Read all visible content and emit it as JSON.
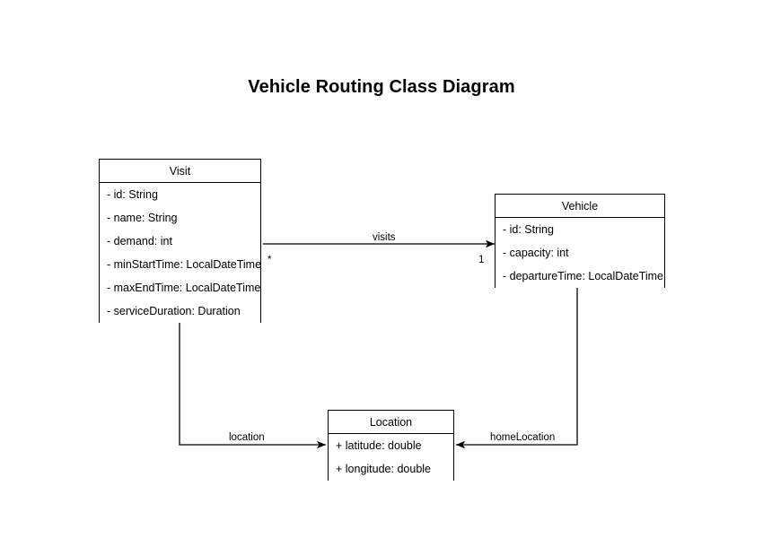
{
  "diagram": {
    "title": "Vehicle Routing Class Diagram",
    "type": "uml-class-diagram",
    "background_color": "#ffffff",
    "line_color": "#000000",
    "text_color": "#000000"
  },
  "classes": [
    {
      "id": "visit",
      "name": "Visit",
      "attributes": [
        "- id: String",
        "- name: String",
        "- demand: int",
        "- minStartTime: LocalDateTime",
        "- maxEndTime: LocalDateTime",
        "- serviceDuration: Duration"
      ]
    },
    {
      "id": "vehicle",
      "name": "Vehicle",
      "attributes": [
        "- id: String",
        "- capacity: int",
        "- departureTime: LocalDateTime"
      ]
    },
    {
      "id": "location",
      "name": "Location",
      "attributes": [
        "+ latitude: double",
        "+ longitude: double"
      ]
    }
  ],
  "relationships": [
    {
      "id": "visits",
      "label": "visits",
      "from": "Vehicle",
      "to": "Visit",
      "source_multiplicity": "1",
      "target_multiplicity": "*",
      "arrow": "filled-arrow-left"
    },
    {
      "id": "location",
      "label": "location",
      "from": "Visit",
      "to": "Location",
      "arrow": "filled-arrow-right"
    },
    {
      "id": "homeLocation",
      "label": "homeLocation",
      "from": "Vehicle",
      "to": "Location",
      "arrow": "filled-arrow-left"
    }
  ]
}
